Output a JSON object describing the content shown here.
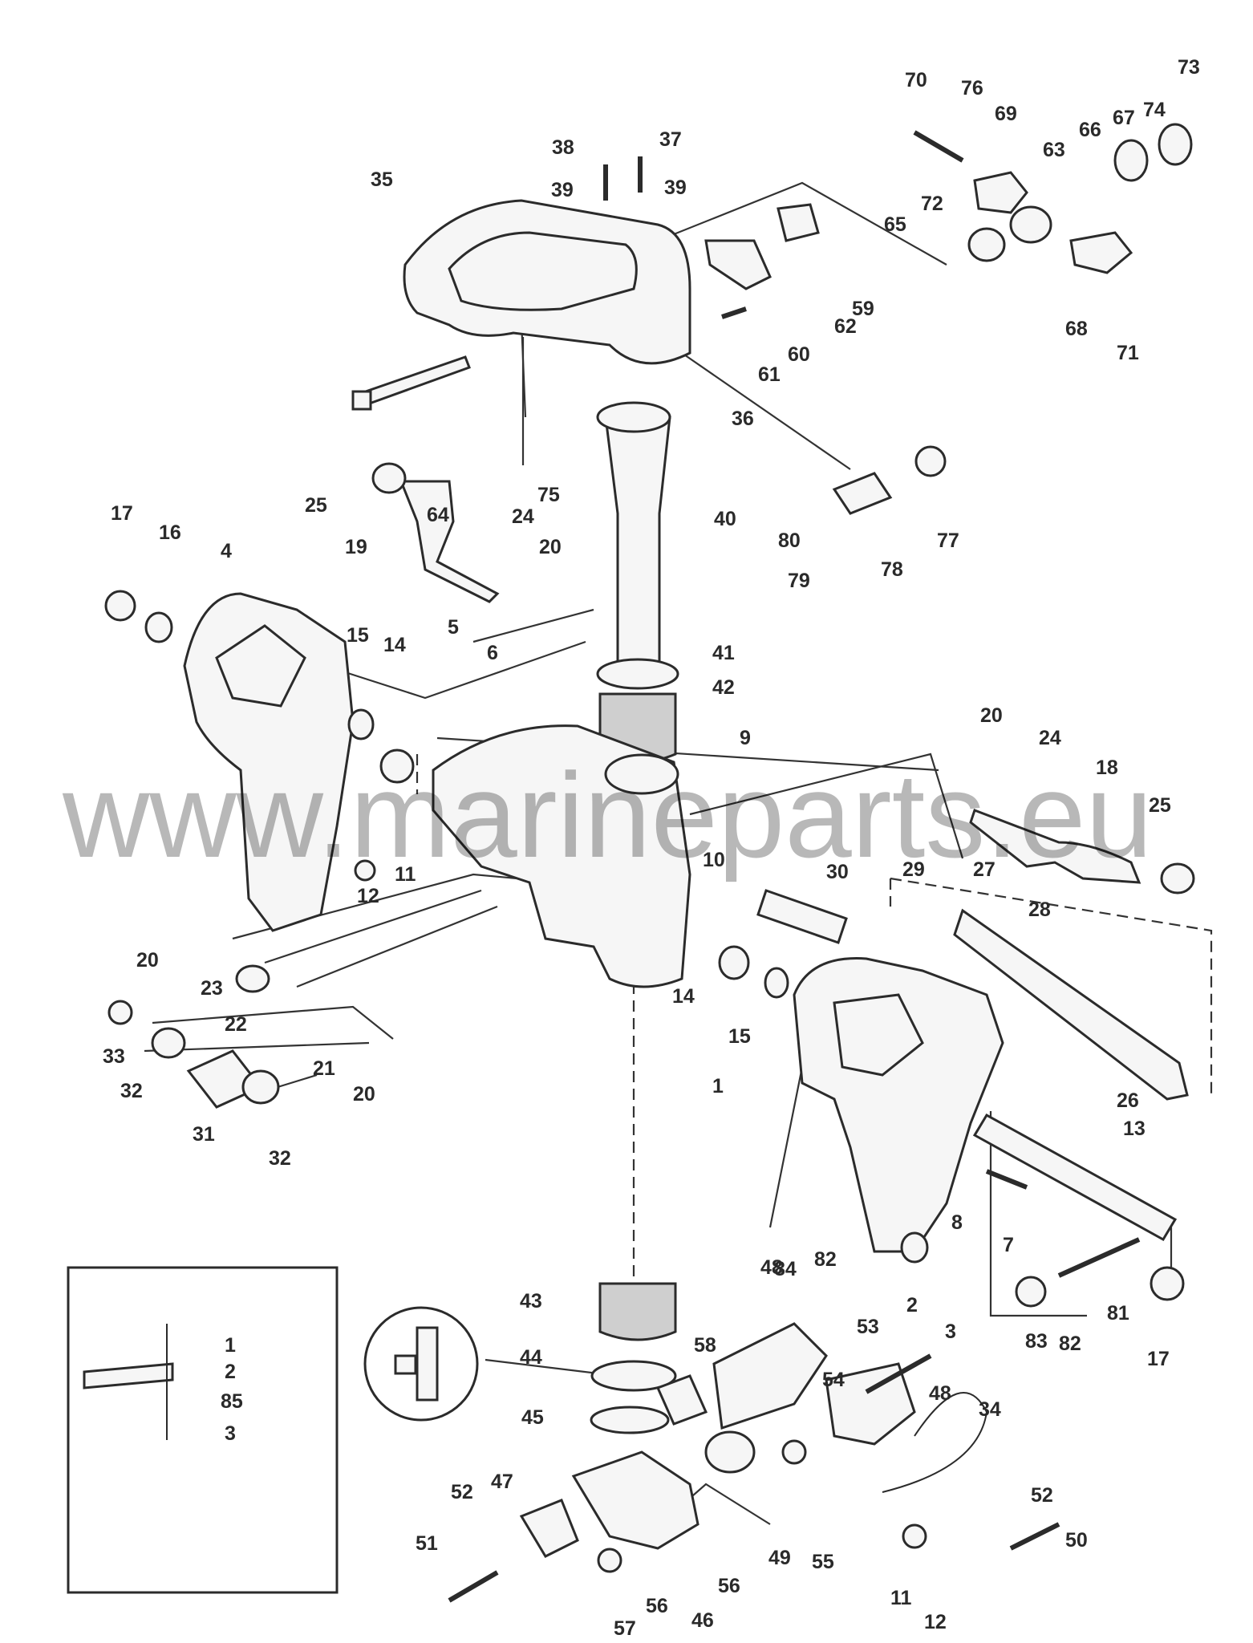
{
  "watermark": "www.marineparts.eu",
  "labels": [
    {
      "id": "70",
      "text": "70"
    },
    {
      "id": "76",
      "text": "76"
    },
    {
      "id": "69",
      "text": "69"
    },
    {
      "id": "63",
      "text": "63"
    },
    {
      "id": "66",
      "text": "66"
    },
    {
      "id": "67",
      "text": "67"
    },
    {
      "id": "74",
      "text": "74"
    },
    {
      "id": "73",
      "text": "73"
    },
    {
      "id": "72",
      "text": "72"
    },
    {
      "id": "65",
      "text": "65"
    },
    {
      "id": "68",
      "text": "68"
    },
    {
      "id": "71",
      "text": "71"
    },
    {
      "id": "38",
      "text": "38"
    },
    {
      "id": "37",
      "text": "37"
    },
    {
      "id": "39a",
      "text": "39"
    },
    {
      "id": "39b",
      "text": "39"
    },
    {
      "id": "35",
      "text": "35"
    },
    {
      "id": "59",
      "text": "59"
    },
    {
      "id": "62",
      "text": "62"
    },
    {
      "id": "60",
      "text": "60"
    },
    {
      "id": "61",
      "text": "61"
    },
    {
      "id": "36",
      "text": "36"
    },
    {
      "id": "64",
      "text": "64"
    },
    {
      "id": "75",
      "text": "75"
    },
    {
      "id": "77",
      "text": "77"
    },
    {
      "id": "40",
      "text": "40"
    },
    {
      "id": "80a",
      "text": "80"
    },
    {
      "id": "78",
      "text": "78"
    },
    {
      "id": "79",
      "text": "79"
    },
    {
      "id": "25a",
      "text": "25"
    },
    {
      "id": "19",
      "text": "19"
    },
    {
      "id": "24a",
      "text": "24"
    },
    {
      "id": "20a",
      "text": "20"
    },
    {
      "id": "17a",
      "text": "17"
    },
    {
      "id": "16",
      "text": "16"
    },
    {
      "id": "4",
      "text": "4"
    },
    {
      "id": "15a",
      "text": "15"
    },
    {
      "id": "14a",
      "text": "14"
    },
    {
      "id": "5",
      "text": "5"
    },
    {
      "id": "6",
      "text": "6"
    },
    {
      "id": "41",
      "text": "41"
    },
    {
      "id": "42",
      "text": "42"
    },
    {
      "id": "9",
      "text": "9"
    },
    {
      "id": "20b",
      "text": "20"
    },
    {
      "id": "24b",
      "text": "24"
    },
    {
      "id": "18",
      "text": "18"
    },
    {
      "id": "25b",
      "text": "25"
    },
    {
      "id": "11a",
      "text": "11"
    },
    {
      "id": "12a",
      "text": "12"
    },
    {
      "id": "10",
      "text": "10"
    },
    {
      "id": "30",
      "text": "30"
    },
    {
      "id": "29",
      "text": "29"
    },
    {
      "id": "27",
      "text": "27"
    },
    {
      "id": "28",
      "text": "28"
    },
    {
      "id": "20c",
      "text": "20"
    },
    {
      "id": "23",
      "text": "23"
    },
    {
      "id": "22",
      "text": "22"
    },
    {
      "id": "33",
      "text": "33"
    },
    {
      "id": "21",
      "text": "21"
    },
    {
      "id": "20d",
      "text": "20"
    },
    {
      "id": "32a",
      "text": "32"
    },
    {
      "id": "31",
      "text": "31"
    },
    {
      "id": "32b",
      "text": "32"
    },
    {
      "id": "14b",
      "text": "14"
    },
    {
      "id": "15b",
      "text": "15"
    },
    {
      "id": "1a",
      "text": "1"
    },
    {
      "id": "26",
      "text": "26"
    },
    {
      "id": "13",
      "text": "13"
    },
    {
      "id": "8",
      "text": "8"
    },
    {
      "id": "7",
      "text": "7"
    },
    {
      "id": "84",
      "text": "84"
    },
    {
      "id": "82a",
      "text": "82"
    },
    {
      "id": "2a",
      "text": "2"
    },
    {
      "id": "3a",
      "text": "3"
    },
    {
      "id": "81",
      "text": "81"
    },
    {
      "id": "83",
      "text": "83"
    },
    {
      "id": "82b",
      "text": "82"
    },
    {
      "id": "17b",
      "text": "17"
    },
    {
      "id": "43",
      "text": "43"
    },
    {
      "id": "44",
      "text": "44"
    },
    {
      "id": "58",
      "text": "58"
    },
    {
      "id": "48a",
      "text": "48"
    },
    {
      "id": "53",
      "text": "53"
    },
    {
      "id": "54",
      "text": "54"
    },
    {
      "id": "45",
      "text": "45"
    },
    {
      "id": "48b",
      "text": "48"
    },
    {
      "id": "34",
      "text": "34"
    },
    {
      "id": "47",
      "text": "47"
    },
    {
      "id": "52a",
      "text": "52"
    },
    {
      "id": "51",
      "text": "51"
    },
    {
      "id": "49",
      "text": "49"
    },
    {
      "id": "55",
      "text": "55"
    },
    {
      "id": "56a",
      "text": "56"
    },
    {
      "id": "56b",
      "text": "56"
    },
    {
      "id": "46",
      "text": "46"
    },
    {
      "id": "57",
      "text": "57"
    },
    {
      "id": "52b",
      "text": "52"
    },
    {
      "id": "50",
      "text": "50"
    },
    {
      "id": "11b",
      "text": "11"
    },
    {
      "id": "12b",
      "text": "12"
    },
    {
      "id": "1b",
      "text": "1"
    },
    {
      "id": "2b",
      "text": "2"
    },
    {
      "id": "85",
      "text": "85"
    },
    {
      "id": "3b",
      "text": "3"
    }
  ]
}
